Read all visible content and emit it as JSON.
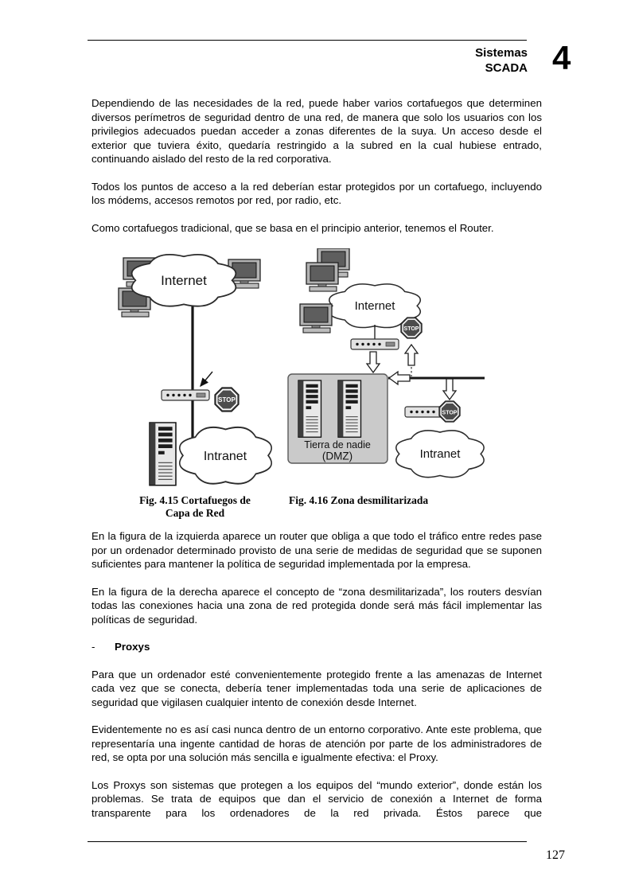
{
  "header": {
    "title_line1": "Sistemas",
    "title_line2": "SCADA",
    "chapter_number": "4"
  },
  "content": {
    "p1": "Dependiendo de las necesidades de la red, puede haber varios cortafuegos que determinen diversos perímetros de seguridad dentro de una red, de manera que solo los usuarios con los privilegios adecuados puedan acceder a zonas diferentes de la suya. Un acceso desde el exterior que tuviera éxito, quedaría restringido a la subred en la cual hubiese entrado, continuando aislado del resto de la red corporativa.",
    "p2": "Todos los puntos de acceso a la red deberían estar protegidos por un cortafuego, incluyendo los módems, accesos remotos por red, por radio, etc.",
    "p3": "Como cortafuegos tradicional, que se basa en el principio anterior, tenemos el Router.",
    "p4": "En la figura de la izquierda aparece un router que obliga a que todo el tráfico entre redes pase por un ordenador determinado provisto de una serie de medidas de seguridad que se suponen suficientes para mantener la política de seguridad implementada por la empresa.",
    "p5": "En la figura de la derecha aparece el concepto de “zona desmilitarizada”, los routers desvían todas las conexiones hacia una zona de red protegida donde será más fácil implementar las políticas de seguridad.",
    "proxys_dash": "-",
    "proxys_label": "Proxys",
    "p6": "Para que un ordenador esté convenientemente protegido frente a las amenazas de Internet cada vez que se conecta, debería tener implementadas toda una serie de aplicaciones de seguridad que vigilasen cualquier intento de conexión desde Internet.",
    "p7": "Evidentemente no es así casi nunca dentro de un entorno corporativo. Ante este problema, que representaría una ingente cantidad de horas de atención por parte de los administradores de red, se opta por una solución más sencilla e igualmente efectiva: el Proxy.",
    "p8": "Los Proxys son sistemas que protegen a los equipos del “mundo exterior”, donde están los problemas. Se trata de equipos que dan el servicio de conexión a Internet de forma transparente para los ordenadores de la red privada. Éstos parece que"
  },
  "figures": {
    "left": {
      "caption_line1": "Fig. 4.15 Cortafuegos de",
      "caption_line2": "Capa de Red",
      "internet_label": "Internet",
      "intranet_label": "Intranet",
      "stop_label": "STOP"
    },
    "right": {
      "caption": "Fig. 4.16 Zona desmilitarizada",
      "internet_label": "Internet",
      "intranet_label": "Intranet",
      "stop_top_label": "STOP",
      "stop_bottom_label": "STOP",
      "dmz_label_line1": "Tierra de nadie",
      "dmz_label_line2": "(DMZ)"
    }
  },
  "footer": {
    "page_number": "127"
  }
}
